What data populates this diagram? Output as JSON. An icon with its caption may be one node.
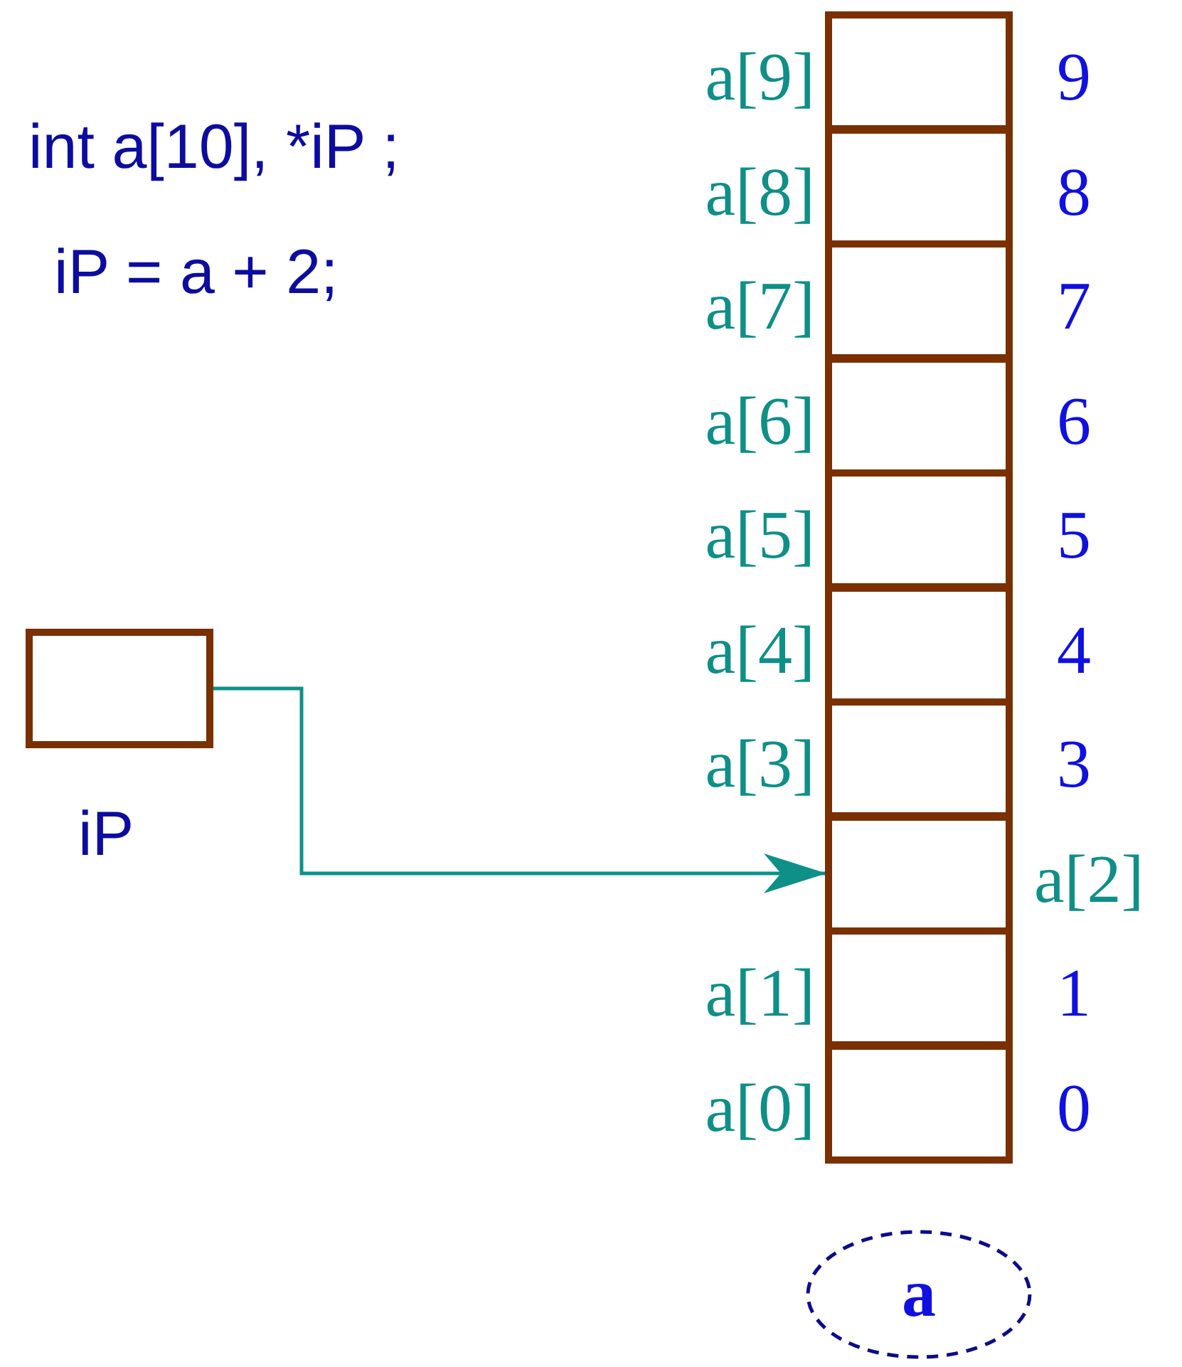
{
  "diagram": {
    "nodes": [
      {
        "text": [],
        "shape": "box",
        "beside": [
          "a[9]",
          "9"
        ]
      },
      {
        "text": [],
        "shape": "box",
        "beside": [
          "a[8]",
          "8"
        ]
      },
      {
        "text": [],
        "shape": "box",
        "beside": [
          "a[7]",
          "7"
        ]
      },
      {
        "text": [],
        "shape": "box",
        "beside": [
          "a[6]",
          "6"
        ]
      },
      {
        "text": [],
        "shape": "box",
        "beside": [
          "a[5]",
          "5"
        ]
      },
      {
        "text": [],
        "shape": "box",
        "beside": [
          "a[4]",
          "4"
        ]
      },
      {
        "text": [],
        "shape": "box",
        "beside": [
          "a[3]",
          "3"
        ]
      },
      {
        "text": [],
        "shape": "box",
        "beside": [
          "a[2]"
        ]
      },
      {
        "text": [],
        "shape": "box",
        "beside": [
          "a[1]",
          "1"
        ]
      },
      {
        "text": [],
        "shape": "box",
        "beside": [
          "a[0]",
          "0"
        ]
      },
      {
        "text": [],
        "shape": "box",
        "beside": [
          "iP"
        ]
      },
      {
        "text": [
          "a"
        ]
      }
    ],
    "edges": [
      {
        "from": 10,
        "to": 7,
        "arrow": "to"
      }
    ],
    "labels": [
      "int a[10], *iP ;",
      "iP = a + 2;"
    ]
  }
}
